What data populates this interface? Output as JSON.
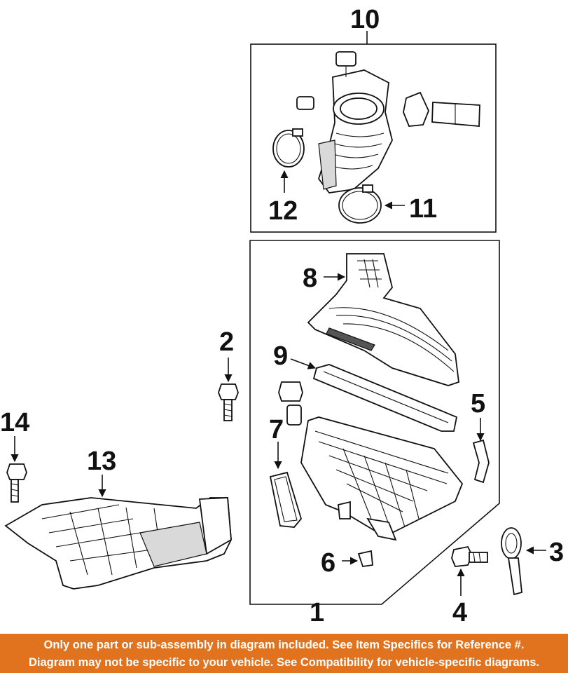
{
  "callouts": {
    "c1": "1",
    "c2": "2",
    "c3": "3",
    "c4": "4",
    "c5": "5",
    "c6": "6",
    "c7": "7",
    "c8": "8",
    "c9": "9",
    "c10": "10",
    "c11": "11",
    "c12": "12",
    "c13": "13",
    "c14": "14"
  },
  "footer": {
    "line1": "Only one part or sub-assembly in diagram included. See Item Specifics for Reference #.",
    "line2": "Diagram may not be specific to your vehicle. See Compatibility for vehicle-specific diagrams."
  }
}
